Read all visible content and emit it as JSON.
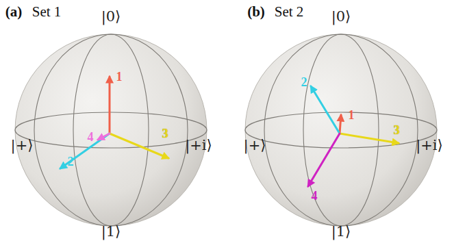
{
  "diagram": {
    "labels": [
      "(a)",
      "Set 1",
      "|0⟩",
      "|+⟩",
      "|+i⟩",
      "|1⟩",
      "1",
      "2",
      "3",
      "4",
      "(b)",
      "Set 2",
      "|0⟩",
      "|+⟩",
      "|+i⟩",
      "|1⟩",
      "1",
      "2",
      "3",
      "4"
    ]
  }
}
